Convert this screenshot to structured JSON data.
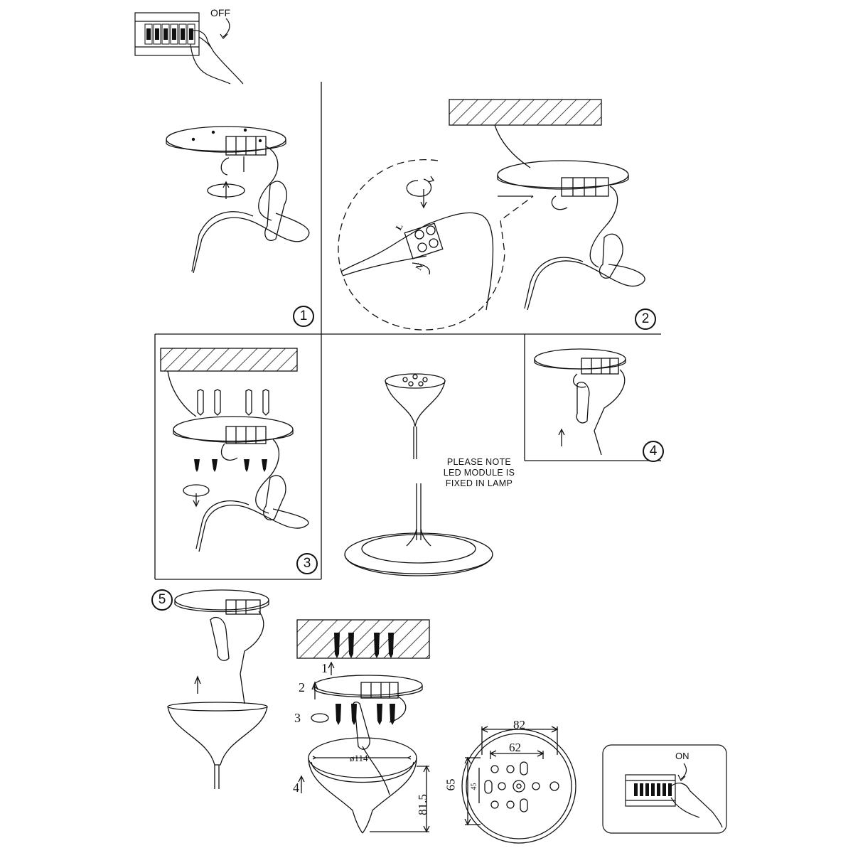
{
  "switch_top": {
    "label": "OFF"
  },
  "switch_bottom": {
    "label": "ON"
  },
  "steps": {
    "s1": "1",
    "s2": "2",
    "s3": "3",
    "s4": "4",
    "s5": "5"
  },
  "connector_labels": {
    "live": "L",
    "neutral": "N"
  },
  "note": {
    "line1": "PLEASE NOTE",
    "line2": "LED MODULE IS",
    "line3": "FIXED IN LAMP"
  },
  "substeps": [
    "1",
    "2",
    "3",
    "4"
  ],
  "dimensions": {
    "diameter": "ø114",
    "height": "81.5",
    "plate_outer_width": "82",
    "plate_inner_width": "62",
    "plate_height": "65",
    "plate_small": "45"
  }
}
